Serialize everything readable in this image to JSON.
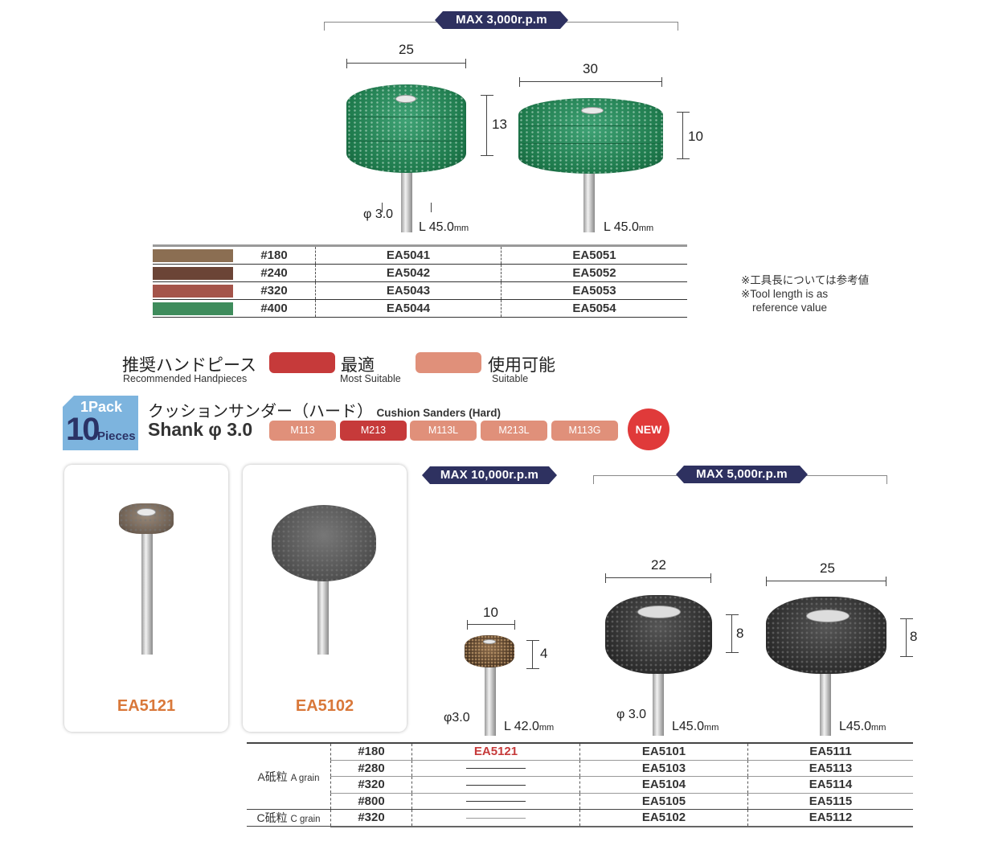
{
  "top_section": {
    "rpm_label": "MAX 3,000r.p.m",
    "products": [
      {
        "diameter": "25",
        "height": "13",
        "shank": "φ 3.0",
        "length": "L 45.0",
        "length_unit": "mm"
      },
      {
        "diameter": "30",
        "height": "10",
        "length": "L 45.0",
        "length_unit": "mm"
      }
    ],
    "table": {
      "swatch_colors": [
        "#8b6e52",
        "#6b4436",
        "#a4544a",
        "#3f8c5c"
      ],
      "rows": [
        {
          "grit": "#180",
          "col1": "EA5041",
          "col2": "EA5051"
        },
        {
          "grit": "#240",
          "col1": "EA5042",
          "col2": "EA5052"
        },
        {
          "grit": "#320",
          "col1": "EA5043",
          "col2": "EA5053"
        },
        {
          "grit": "#400",
          "col1": "EA5044",
          "col2": "EA5054"
        }
      ]
    },
    "note": {
      "jp": "※工具長については参考値",
      "en1": "※Tool length is as",
      "en2": "reference value"
    }
  },
  "legend": {
    "title_jp": "推奨ハンドピース",
    "title_en": "Recommended Handpieces",
    "most_suitable_jp": "最適",
    "most_suitable_en": "Most Suitable",
    "most_suitable_color": "#c63a3a",
    "suitable_jp": "使用可能",
    "suitable_en": "Suitable",
    "suitable_color": "#e0907a"
  },
  "product_header": {
    "pack_line1": "1Pack",
    "pack_count": "10",
    "pack_unit": "Pieces",
    "title_jp": "クッションサンダー（ハード）",
    "title_en": "Cushion Sanders (Hard)",
    "shank": "Shank φ 3.0",
    "handpieces": [
      {
        "label": "M113",
        "rating": "suitable"
      },
      {
        "label": "M213",
        "rating": "most_suitable"
      },
      {
        "label": "M113L",
        "rating": "suitable"
      },
      {
        "label": "M213L",
        "rating": "suitable"
      },
      {
        "label": "M113G",
        "rating": "suitable"
      }
    ],
    "new_badge": "NEW"
  },
  "cards": [
    {
      "code": "EA5121"
    },
    {
      "code": "EA5102"
    }
  ],
  "bottom_section": {
    "rpm_label_1": "MAX 10,000r.p.m",
    "rpm_label_2": "MAX 5,000r.p.m",
    "products": [
      {
        "diameter": "10",
        "height": "4",
        "shank": "φ3.0",
        "length": "L 42.0",
        "length_unit": "mm"
      },
      {
        "diameter": "22",
        "height": "8",
        "shank": "φ 3.0",
        "length": "L45.0",
        "length_unit": "mm"
      },
      {
        "diameter": "25",
        "height": "8",
        "length": "L45.0",
        "length_unit": "mm"
      }
    ],
    "table": {
      "group_a_jp": "A砥粒",
      "group_a_en": "A grain",
      "group_c_jp": "C砥粒",
      "group_c_en": "C grain",
      "rows": [
        {
          "grit": "#180",
          "col1": "EA5121",
          "col2": "EA5101",
          "col3": "EA5111"
        },
        {
          "grit": "#280",
          "col1": "",
          "col2": "EA5103",
          "col3": "EA5113"
        },
        {
          "grit": "#320",
          "col1": "",
          "col2": "EA5104",
          "col3": "EA5114"
        },
        {
          "grit": "#800",
          "col1": "",
          "col2": "EA5105",
          "col3": "EA5115"
        },
        {
          "grit": "#320",
          "col1": "",
          "col2": "EA5102",
          "col3": "EA5112"
        }
      ]
    }
  }
}
